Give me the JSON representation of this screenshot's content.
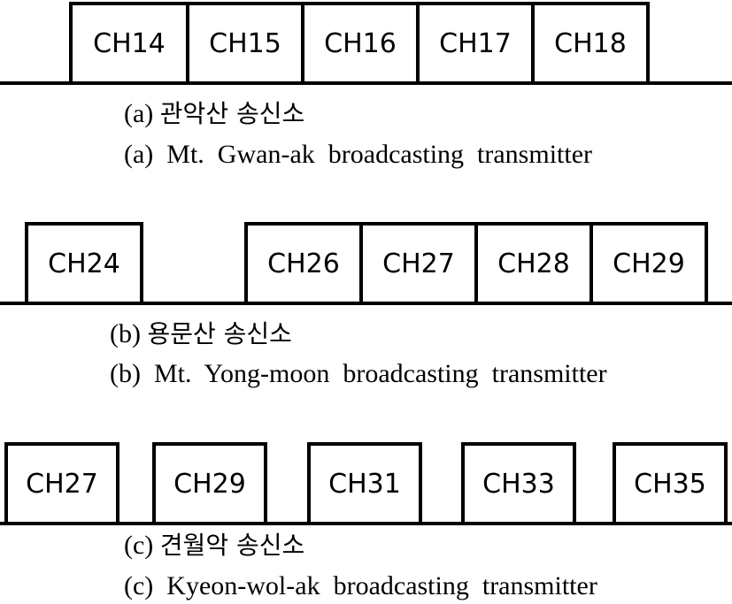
{
  "panel_a": {
    "channels": [
      "CH14",
      "CH15",
      "CH16",
      "CH17",
      "CH18"
    ],
    "caption_korean_prefix": "(a)",
    "caption_korean": "관악산 송신소",
    "caption_english": "(a)  Mt.  Gwan-ak  broadcasting  transmitter"
  },
  "panel_b": {
    "channels": [
      "CH24",
      "CH26",
      "CH27",
      "CH28",
      "CH29"
    ],
    "caption_korean_prefix": "(b)",
    "caption_korean": "용문산 송신소",
    "caption_english": "(b)  Mt.  Yong-moon  broadcasting  transmitter"
  },
  "panel_c": {
    "channels": [
      "CH27",
      "CH29",
      "CH31",
      "CH33",
      "CH35"
    ],
    "caption_korean_prefix": "(c)",
    "caption_korean": "견월악 송신소",
    "caption_english": "(c)  Kyeon-wol-ak  broadcasting  transmitter"
  }
}
